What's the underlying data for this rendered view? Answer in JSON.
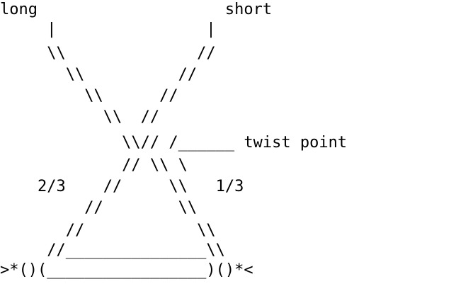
{
  "diagram": {
    "title": "",
    "text_color": "#000000",
    "background": "#ffffff",
    "lines": [
      "long                    short",
      "     |                |",
      "     \\\\              //",
      "       \\\\          //",
      "         \\\\      //",
      "           \\\\  //",
      "             \\\\// /______ twist point",
      "             // \\\\ \\",
      "    2/3    //     \\\\   1/3",
      "         //        \\\\",
      "       //            \\\\",
      "     //_______________\\\\",
      ">*()(_________________)()*<"
    ]
  }
}
